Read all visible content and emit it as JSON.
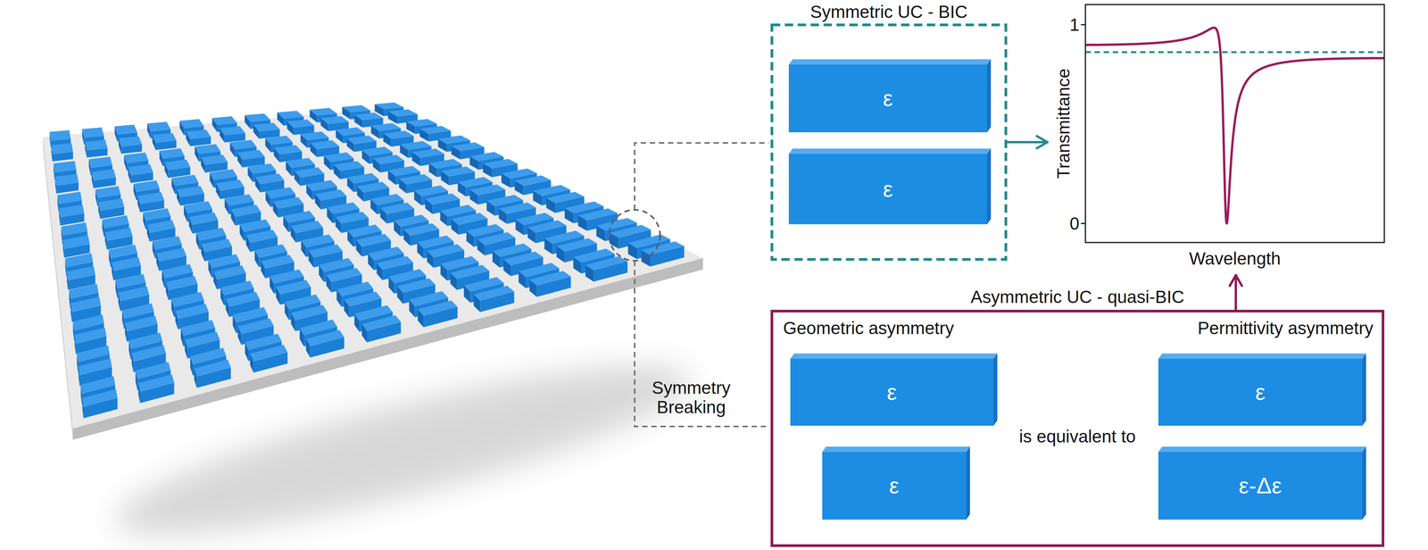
{
  "diagram": {
    "nodes": [
      {
        "text": [
          "Symmetric UC - BIC"
        ]
      },
      {
        "text": [
          "ε"
        ],
        "in": 0
      },
      {
        "text": [
          "ε"
        ],
        "in": 0
      },
      {
        "text": [
          "1",
          "Transmittance",
          "0",
          "Wavelength"
        ]
      },
      {
        "text": [
          "Asymmetric UC - quasi-BIC",
          "Geometric asymmetry",
          "Permittivity asymmetry",
          "is equivalent to"
        ]
      },
      {
        "text": [
          "ε"
        ],
        "in": 4
      },
      {
        "text": [
          "ε"
        ],
        "in": 4
      },
      {
        "text": [
          "ε"
        ],
        "in": 4
      },
      {
        "text": [
          "ε-Δε"
        ],
        "in": 4
      }
    ],
    "edges": [
      {
        "from": 0,
        "to": 3,
        "arrow": "to"
      },
      {
        "from": 4,
        "to": 3,
        "arrow": "to"
      }
    ],
    "labels": [
      "Symmetry Breaking"
    ]
  }
}
